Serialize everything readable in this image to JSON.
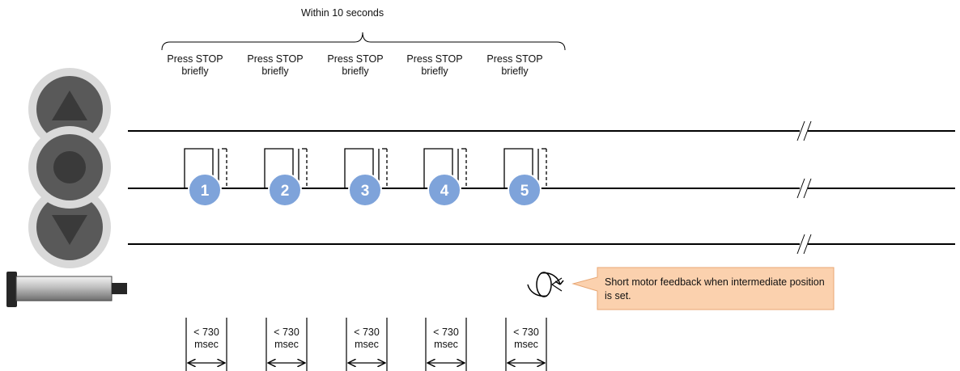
{
  "header": {
    "window_label": "Within 10 seconds"
  },
  "presses": [
    {
      "number": "1",
      "label": "Press STOP\nbriefly",
      "duration": "< 730\nmsec"
    },
    {
      "number": "2",
      "label": "Press STOP\nbriefly",
      "duration": "< 730\nmsec"
    },
    {
      "number": "3",
      "label": "Press STOP\nbriefly",
      "duration": "< 730\nmsec"
    },
    {
      "number": "4",
      "label": "Press STOP\nbriefly",
      "duration": "< 730\nmsec"
    },
    {
      "number": "5",
      "label": "Press STOP\nbriefly",
      "duration": "< 730\nmsec"
    }
  ],
  "callout": {
    "text": "Short motor feedback when intermediate position is set."
  },
  "colors": {
    "badge_fill": "#7ea3da",
    "callout_fill": "#fbd1ae",
    "callout_border": "#e8a774",
    "button_ring": "#d9d9d9",
    "button_face": "#595959",
    "button_glyph": "#3a3a3a"
  },
  "icons": {
    "up_button": "triangle-up-icon",
    "stop_button": "circle-icon",
    "down_button": "triangle-down-icon",
    "actuator": "linear-actuator-icon",
    "motor_feedback": "rotation-icon"
  }
}
